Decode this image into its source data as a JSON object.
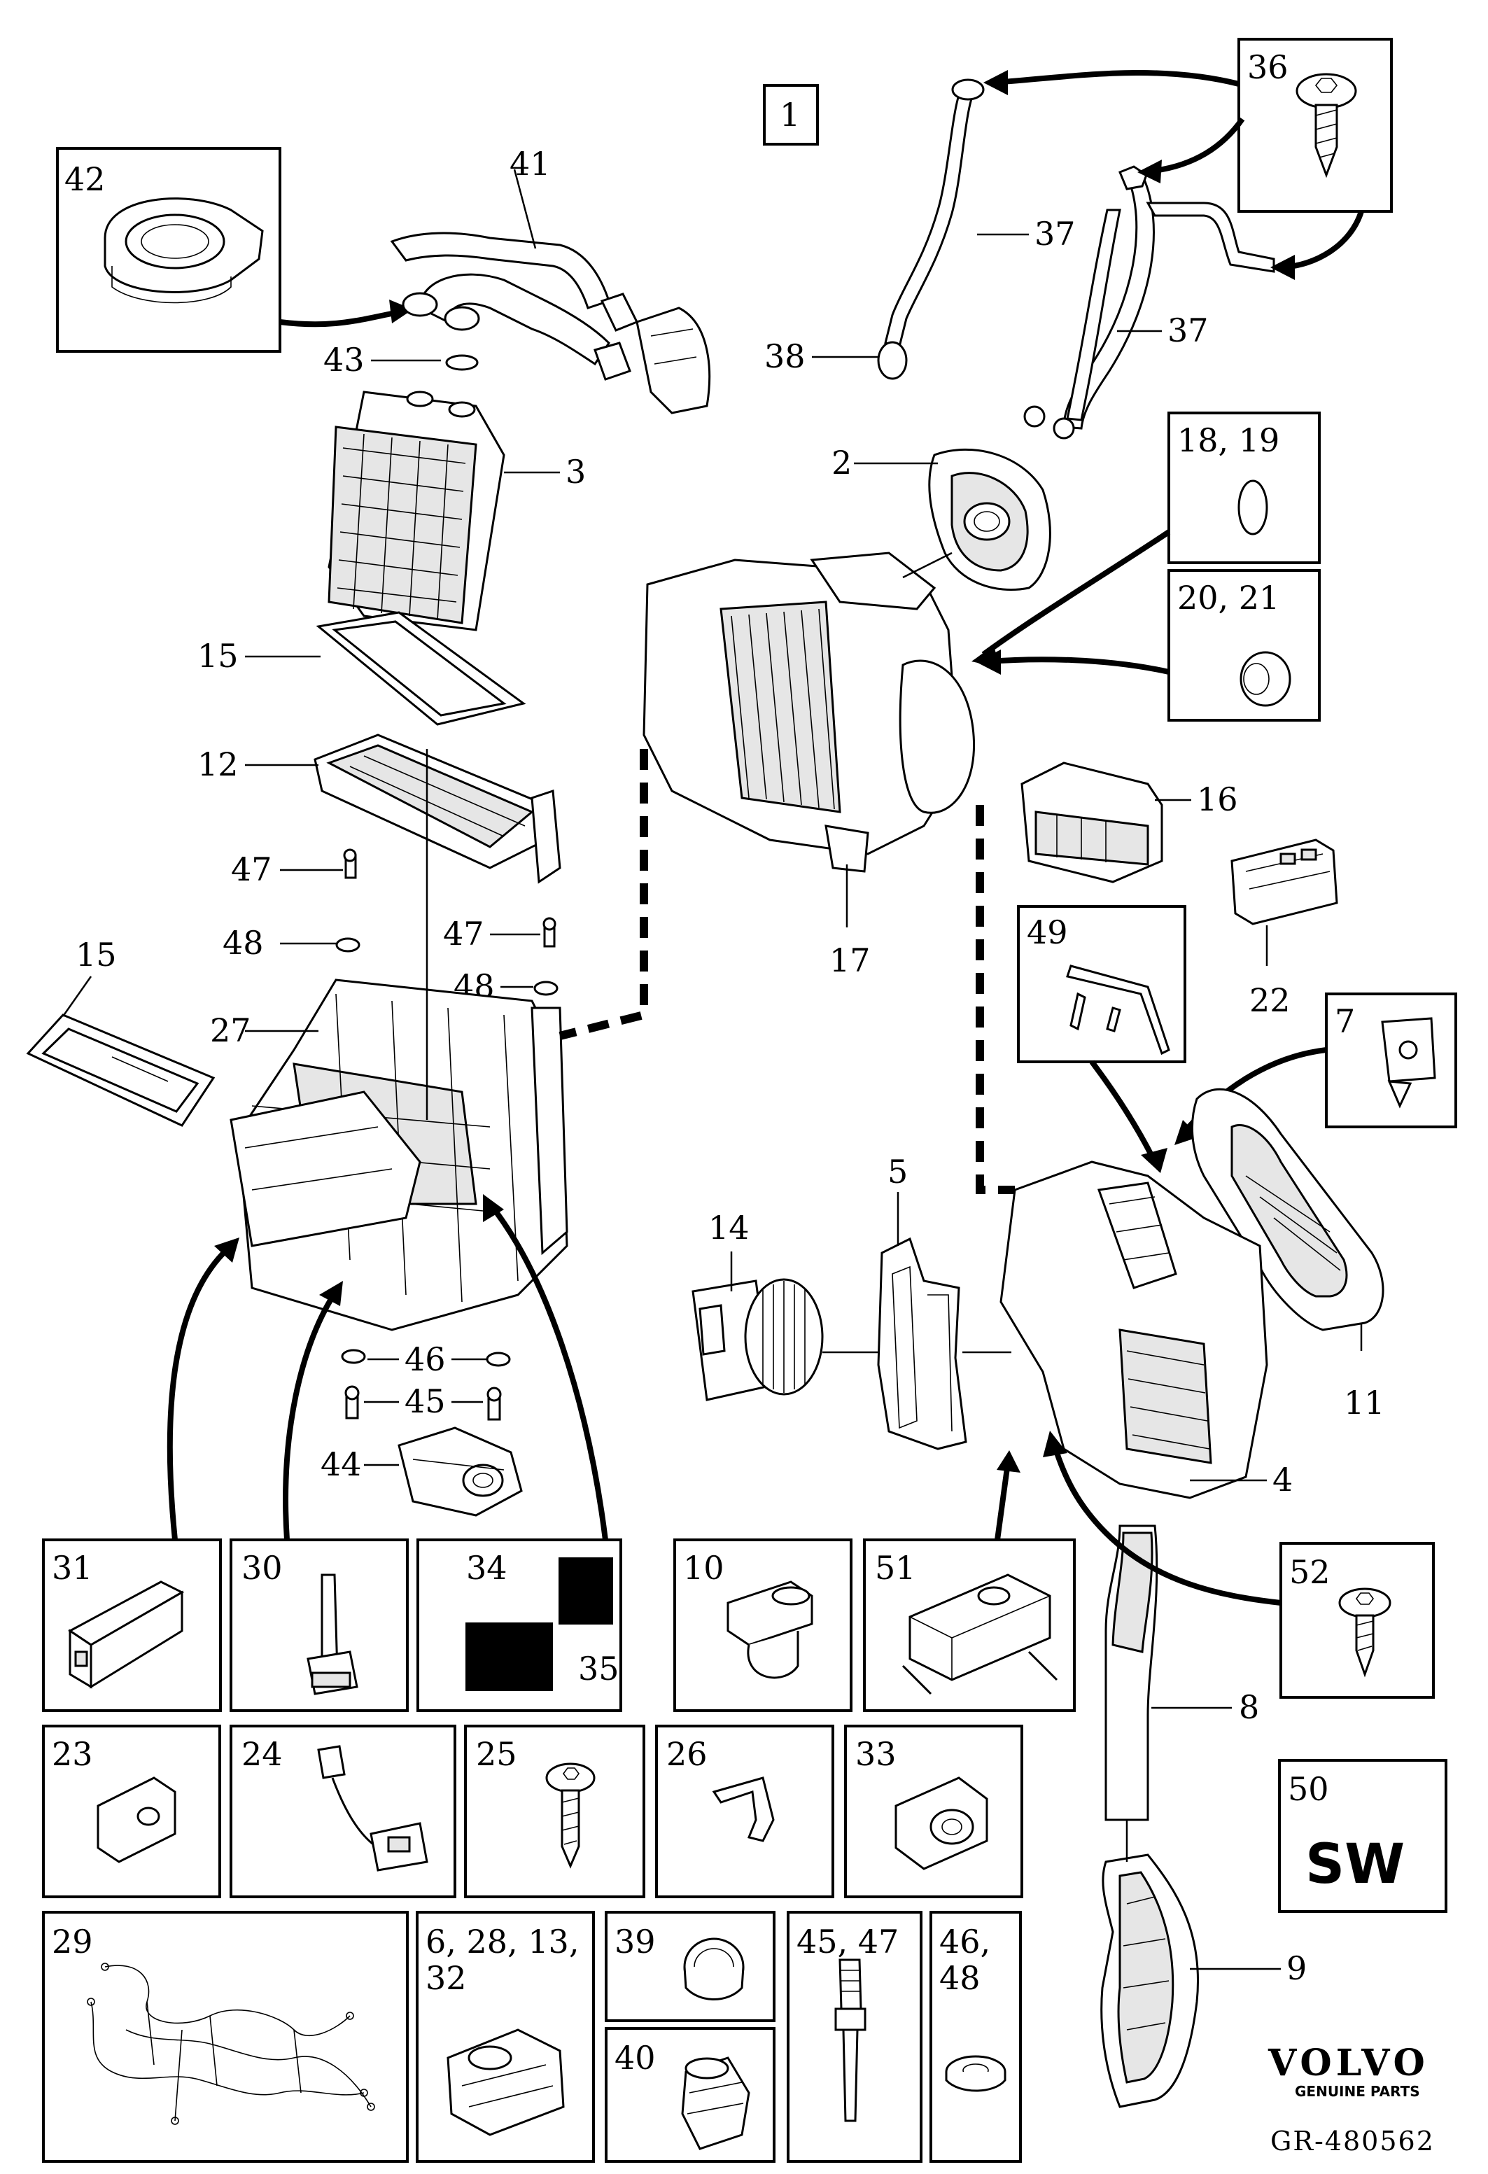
{
  "diagram_id": "GR-480562",
  "brand": {
    "name": "VOLVO",
    "tagline": "GENUINE PARTS"
  },
  "group_label": "1",
  "sw_label": "SW",
  "callouts": {
    "c2": "2",
    "c3": "3",
    "c4": "4",
    "c5": "5",
    "c7": "7",
    "c8": "8",
    "c9": "9",
    "c10": "10",
    "c11": "11",
    "c12": "12",
    "c14": "14",
    "c15a": "15",
    "c15b": "15",
    "c16": "16",
    "c17": "17",
    "c18_19": "18, 19",
    "c20_21": "20, 21",
    "c22": "22",
    "c23": "23",
    "c24": "24",
    "c25": "25",
    "c26": "26",
    "c27": "27",
    "c29": "29",
    "c30": "30",
    "c31": "31",
    "c33": "33",
    "c34": "34",
    "c35": "35",
    "c36": "36",
    "c37a": "37",
    "c37b": "37",
    "c38": "38",
    "c39": "39",
    "c40": "40",
    "c41": "41",
    "c42": "42",
    "c43": "43",
    "c44": "44",
    "c45": "45",
    "c45_47": "45, 47",
    "c46": "46",
    "c46_48_a": "46,",
    "c46_48_b": "48",
    "c47a": "47",
    "c47b": "47",
    "c48a": "48",
    "c48b": "48",
    "c49": "49",
    "c50": "50",
    "c51": "51",
    "c52": "52",
    "c6_28_13_a": "6, 28, 13,",
    "c6_28_13_b": "32"
  }
}
